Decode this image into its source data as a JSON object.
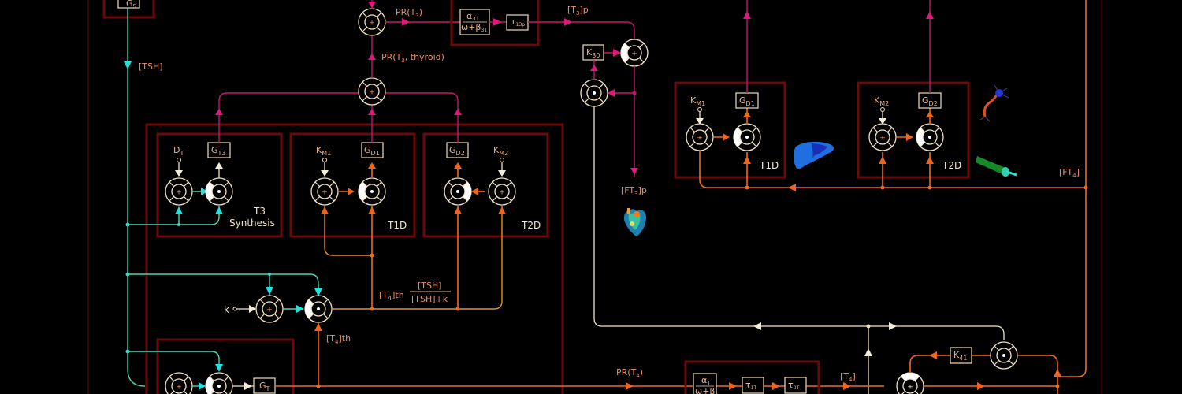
{
  "diagram": {
    "title": "Thyroid hormone (T3/T4) homeostasis block diagram",
    "colors": {
      "background": "#000000",
      "frame": "#6a0a0a",
      "t3_signal": "#c0186e",
      "t4_signal": "#f06a1c",
      "tsh_signal": "#4fd2b4",
      "node": "#f3e2c4",
      "label": "#e8906a"
    },
    "signals": {
      "tsh": "[TSH]",
      "pr_t3": "PR(T",
      "pr_t3_sub": "3",
      "pr_t3_close": ")",
      "pr_t3_thyroid": "PR(T",
      "pr_t3_thyroid_sub": "3",
      "pr_t3_thyroid_rest": ", thyroid)",
      "t3p": "[T",
      "t3p_sub": "3",
      "t3p_rest": "]p",
      "ft3p": "[FT",
      "ft3p_sub": "3",
      "ft3p_rest": "]p",
      "ft4": "[FT",
      "ft4_sub": "4",
      "ft4_rest": "]",
      "t4th": "[T",
      "t4th_sub": "4",
      "t4th_rest": "]th",
      "t4th_frac_num": "[TSH]",
      "t4th_frac_den": "[TSH]+k",
      "pr_t4": "PR(T",
      "pr_t4_sub": "4",
      "pr_t4_close": ")",
      "t4": "[T",
      "t4_sub": "4",
      "t4_rest": "]",
      "k": "k",
      "d_t": "D",
      "d_t_sub": "T",
      "km1": "K",
      "km1_sub": "M1",
      "km2": "K",
      "km2_sub": "M2"
    },
    "blocks": {
      "gs_box": "G",
      "gs_sub": "S",
      "alpha31": "α",
      "alpha31_sub": "31",
      "omega_beta31": "ω+β",
      "omega_beta31_sub": "31",
      "tau13p": "τ",
      "tau13p_sub": "13p",
      "k30": "K",
      "k30_sub": "30",
      "gt3": "G",
      "gt3_sub": "T3",
      "gd1": "G",
      "gd1_sub": "D1",
      "gd2": "G",
      "gd2_sub": "D2",
      "gt": "G",
      "gt_sub": "T",
      "alphat": "α",
      "alphat_sub": "T",
      "omega_betat": "ω+β",
      "omega_betat_sub": "T",
      "tau1t": "τ",
      "tau1t_sub": "1T",
      "tau0t": "τ",
      "tau0t_sub": "0T",
      "k41": "K",
      "k41_sub": "41"
    },
    "modules": {
      "t3_synthesis_line1": "T3",
      "t3_synthesis_line2": "Synthesis",
      "t1d_left": "T1D",
      "t2d_left": "T2D",
      "t1d_right": "T1D",
      "t2d_right": "T2D"
    },
    "organs": [
      "heart-image",
      "liver-image",
      "neuron-image",
      "muscle-fiber-image"
    ]
  }
}
